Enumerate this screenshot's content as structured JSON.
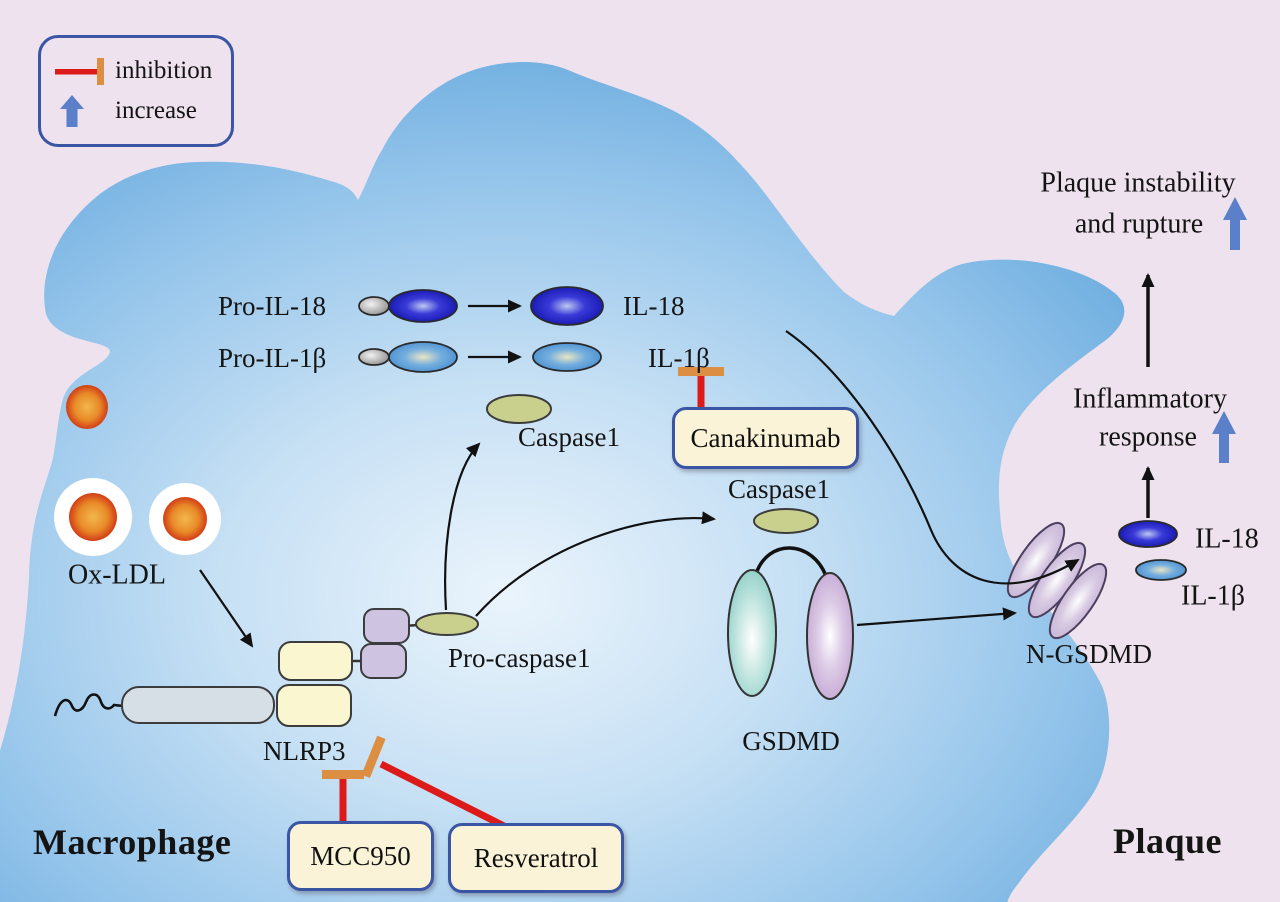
{
  "legend": {
    "inhibition": "inhibition",
    "increase": "increase"
  },
  "regions": {
    "cell": "Macrophage",
    "outside": "Plaque"
  },
  "pathway": {
    "ox_ldl": "Ox-LDL",
    "nlrp3": "NLRP3",
    "pro_caspase1": "Pro-caspase1",
    "caspase1_upper": "Caspase1",
    "caspase1_lower": "Caspase1",
    "pro_il18": "Pro-IL-18",
    "il18": "IL-18",
    "pro_il1b": "Pro-IL-1β",
    "il1b": "IL-1β",
    "gsdmd": "GSDMD",
    "n_gsdmd": "N-GSDMD",
    "il18_released": "IL-18",
    "il1b_released": "IL-1β"
  },
  "inhibitors": {
    "canakinumab": "Canakinumab",
    "mcc950": "MCC950",
    "resveratrol": "Resveratrol"
  },
  "outcomes": {
    "inflammatory": [
      "Inflammatory",
      "response"
    ],
    "instability": [
      "Plaque instability",
      "and rupture"
    ]
  },
  "colors": {
    "plaque_bg": "#EDE2ED",
    "cell_blue_edge": "#5FA5DB",
    "cell_blue_center": "#E8F3FC",
    "inhibition_red": "#DC1A1A",
    "inhibition_tip_orange": "#DC8F42",
    "increase_blue": "#5C7FCA",
    "drug_box_fill": "#FAF3D7",
    "drug_box_border": "#3A55A4",
    "olive_enzyme": "#C9D08E",
    "nlrp3_yellow": "#F9F6D0",
    "nlrp3_purple": "#CFC3E2",
    "nlrp3_gray_blue": "#D5DFE5",
    "gsdmd_teal": "#8CCDC5",
    "gsdmd_purple": "#C2A3D2",
    "il18_blue": "#1E1EC0",
    "il1b_blue": "#5598D6"
  }
}
